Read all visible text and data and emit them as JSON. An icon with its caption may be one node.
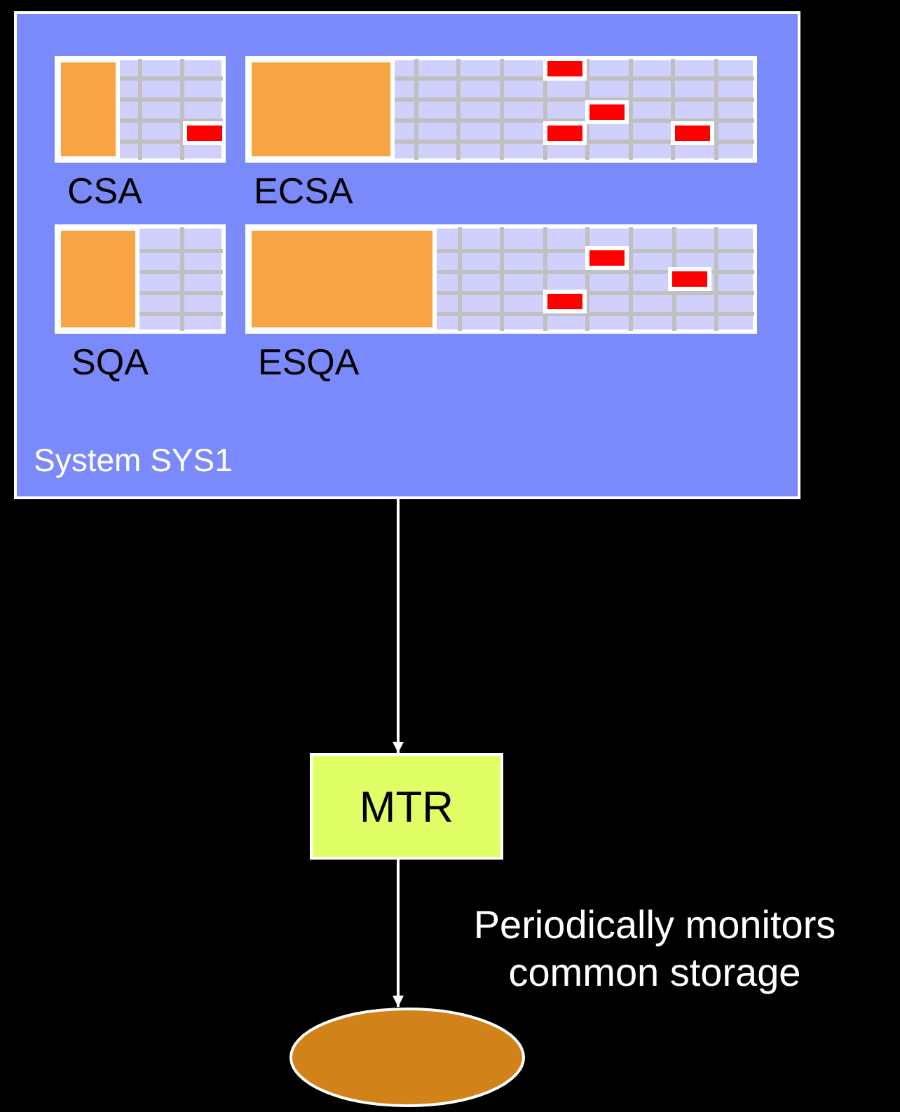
{
  "diagram": {
    "nodes": [
      {
        "text": [
          "System SYS1"
        ]
      },
      {
        "text": [
          "CSA"
        ],
        "in": 0
      },
      {
        "text": [
          "ECSA"
        ],
        "in": 0
      },
      {
        "text": [
          "SQA"
        ],
        "in": 0
      },
      {
        "text": [
          "ESQA"
        ],
        "in": 0
      },
      {
        "text": [
          "MTR"
        ]
      },
      {
        "text": [],
        "shape": "circle"
      }
    ],
    "edges": [
      {
        "from": 0,
        "to": 5,
        "arrow": "to"
      },
      {
        "from": 5,
        "to": 6,
        "arrow": "to",
        "label": "Periodically monitors common storage"
      }
    ]
  }
}
